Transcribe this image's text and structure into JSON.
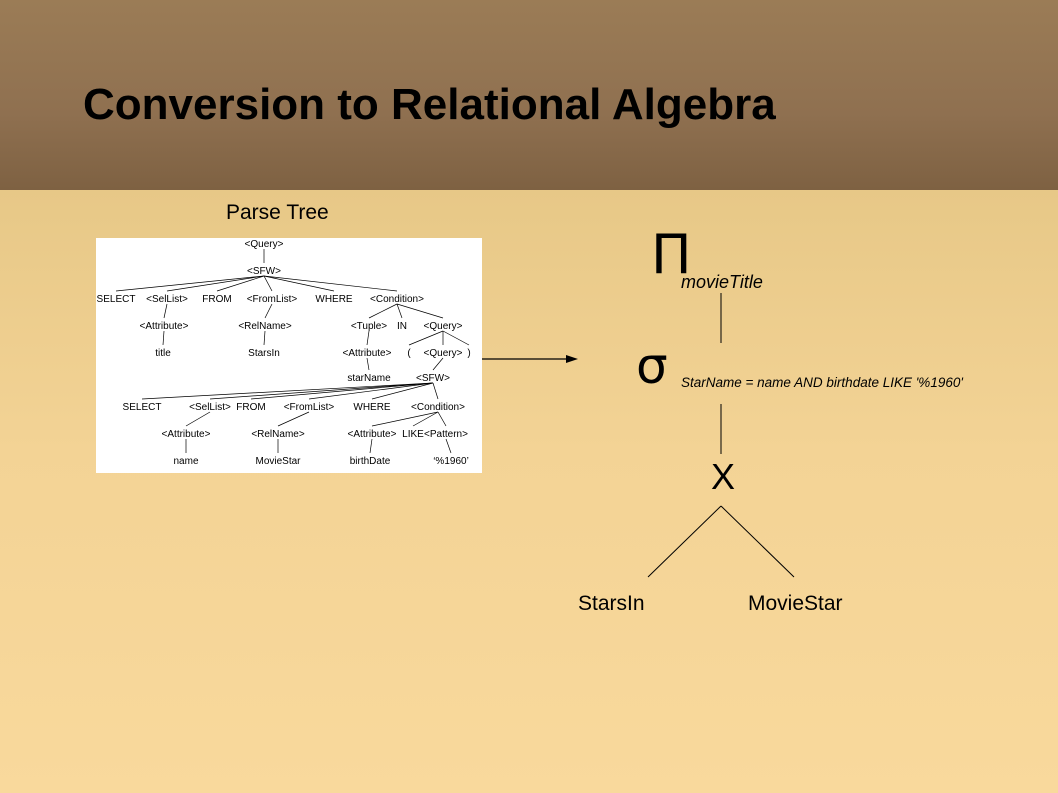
{
  "slide": {
    "title": "Conversion to Relational Algebra"
  },
  "parse_tree": {
    "caption": "Parse Tree",
    "nodes": [
      {
        "id": "q",
        "label": "<Query>"
      },
      {
        "id": "sfw",
        "label": "<SFW>"
      },
      {
        "id": "sel",
        "label": "SELECT"
      },
      {
        "id": "sl",
        "label": "<SelList>"
      },
      {
        "id": "from",
        "label": "FROM"
      },
      {
        "id": "fl",
        "label": "<FromList>"
      },
      {
        "id": "where",
        "label": "WHERE"
      },
      {
        "id": "cond",
        "label": "<Condition>"
      },
      {
        "id": "attr",
        "label": "<Attribute>"
      },
      {
        "id": "rel",
        "label": "<RelName>"
      },
      {
        "id": "tup",
        "label": "<Tuple>"
      },
      {
        "id": "in",
        "label": "IN"
      },
      {
        "id": "q2",
        "label": "<Query>"
      },
      {
        "id": "title",
        "label": "title"
      },
      {
        "id": "starsin",
        "label": "StarsIn"
      },
      {
        "id": "attr2",
        "label": "<Attribute>"
      },
      {
        "id": "lp",
        "label": "("
      },
      {
        "id": "rp",
        "label": ")"
      },
      {
        "id": "starname",
        "label": "starName"
      },
      {
        "id": "sfw2",
        "label": "<SFW>"
      },
      {
        "id": "sel2",
        "label": "SELECT"
      },
      {
        "id": "sl2",
        "label": "<SelList>"
      },
      {
        "id": "from2",
        "label": "FROM"
      },
      {
        "id": "fl2",
        "label": "<FromList>"
      },
      {
        "id": "where2",
        "label": "WHERE"
      },
      {
        "id": "cond2",
        "label": "<Condition>"
      },
      {
        "id": "attr3",
        "label": "<Attribute>"
      },
      {
        "id": "rel2",
        "label": "<RelName>"
      },
      {
        "id": "attr4",
        "label": "<Attribute>"
      },
      {
        "id": "like",
        "label": "LIKE"
      },
      {
        "id": "pat",
        "label": "<Pattern>"
      },
      {
        "id": "name",
        "label": "name"
      },
      {
        "id": "moviestar",
        "label": "MovieStar"
      },
      {
        "id": "birthdate",
        "label": "birthDate"
      },
      {
        "id": "pct",
        "label": "‘%1960’"
      }
    ],
    "edges": [
      [
        "q",
        "sfw"
      ],
      [
        "sfw",
        "sel"
      ],
      [
        "sfw",
        "sl"
      ],
      [
        "sfw",
        "from"
      ],
      [
        "sfw",
        "fl"
      ],
      [
        "sfw",
        "where"
      ],
      [
        "sfw",
        "cond"
      ],
      [
        "sl",
        "attr"
      ],
      [
        "fl",
        "rel"
      ],
      [
        "cond",
        "tup"
      ],
      [
        "cond",
        "in"
      ],
      [
        "cond",
        "q2"
      ],
      [
        "attr",
        "title"
      ],
      [
        "rel",
        "starsin"
      ],
      [
        "tup",
        "attr2"
      ],
      [
        "q2",
        "lp"
      ],
      [
        "q2",
        "q2in"
      ],
      [
        "q2",
        "rp"
      ],
      [
        "attr2",
        "starname"
      ],
      [
        "q2in",
        "sfw2"
      ],
      [
        "sfw2",
        "sel2"
      ],
      [
        "sfw2",
        "sl2"
      ],
      [
        "sfw2",
        "from2"
      ],
      [
        "sfw2",
        "fl2"
      ],
      [
        "sfw2",
        "where2"
      ],
      [
        "sfw2",
        "cond2"
      ],
      [
        "sl2",
        "attr3"
      ],
      [
        "fl2",
        "rel2"
      ],
      [
        "cond2",
        "attr4"
      ],
      [
        "cond2",
        "like"
      ],
      [
        "cond2",
        "pat"
      ],
      [
        "attr3",
        "name"
      ],
      [
        "rel2",
        "moviestar"
      ],
      [
        "attr4",
        "birthdate"
      ],
      [
        "pat",
        "pct"
      ]
    ]
  },
  "algebra_tree": {
    "projection_symbol": "Π",
    "projection_attr": "movieTitle",
    "selection_symbol": "σ",
    "selection_condition": "StarName = name AND birthdate LIKE '%1960'",
    "product_symbol": "X",
    "left_relation": "StarsIn",
    "right_relation": "MovieStar"
  }
}
